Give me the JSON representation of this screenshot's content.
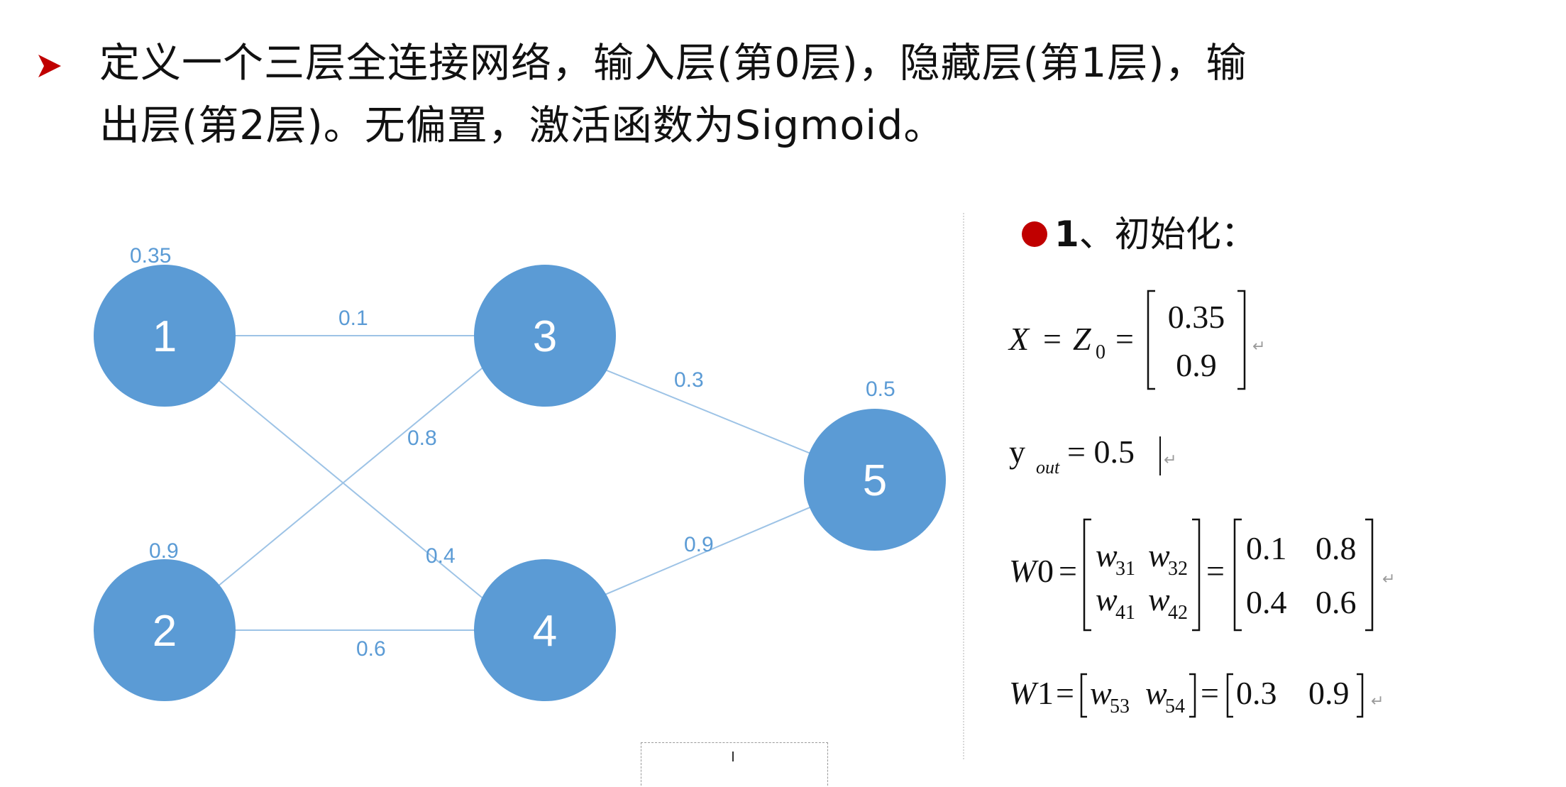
{
  "heading": {
    "line1": "定义一个三层全连接网络，输入层(第0层)，隐藏层(第1层)，输",
    "line2": "出层(第2层)。无偏置，激活函数为Sigmoid。",
    "bullet_icon": "arrow-right-icon",
    "bullet_color": "#c00000"
  },
  "network": {
    "node_color": "#5b9bd5",
    "edge_color": "#9dc3e6",
    "label_color": "#5b9bd5",
    "nodes": [
      {
        "label": "1",
        "value": "0.35"
      },
      {
        "label": "2",
        "value": "0.9"
      },
      {
        "label": "3"
      },
      {
        "label": "4"
      },
      {
        "label": "5",
        "value": "0.5"
      }
    ],
    "edges": [
      {
        "from": "1",
        "to": "3",
        "weight": "0.1"
      },
      {
        "from": "1",
        "to": "4",
        "weight": "0.4"
      },
      {
        "from": "2",
        "to": "3",
        "weight": "0.8"
      },
      {
        "from": "2",
        "to": "4",
        "weight": "0.6"
      },
      {
        "from": "3",
        "to": "5",
        "weight": "0.3"
      },
      {
        "from": "4",
        "to": "5",
        "weight": "0.9"
      }
    ]
  },
  "init": {
    "number": "1",
    "title": "、初始化：",
    "dot_color": "#c00000",
    "return_mark": "↵",
    "eq_x": {
      "lhs": "X",
      "z": "Z",
      "z_sub": "0",
      "equals": "=",
      "values": [
        "0.35",
        "0.9"
      ]
    },
    "eq_y": {
      "lhs": "y",
      "sub": "out",
      "rhs": "= 0.5"
    },
    "eq_w0": {
      "lhs": "W",
      "lhs_num": "0",
      "equals": "=",
      "sym": [
        {
          "base": "w",
          "sub": "31"
        },
        {
          "base": "w",
          "sub": "32"
        },
        {
          "base": "w",
          "sub": "41"
        },
        {
          "base": "w",
          "sub": "42"
        }
      ],
      "values": [
        "0.1",
        "0.8",
        "0.4",
        "0.6"
      ]
    },
    "eq_w1": {
      "lhs": "W",
      "lhs_num": "1",
      "equals": "=",
      "sym": [
        {
          "base": "w",
          "sub": "53"
        },
        {
          "base": "w",
          "sub": "54"
        }
      ],
      "values": [
        "0.3",
        "0.9"
      ]
    }
  }
}
